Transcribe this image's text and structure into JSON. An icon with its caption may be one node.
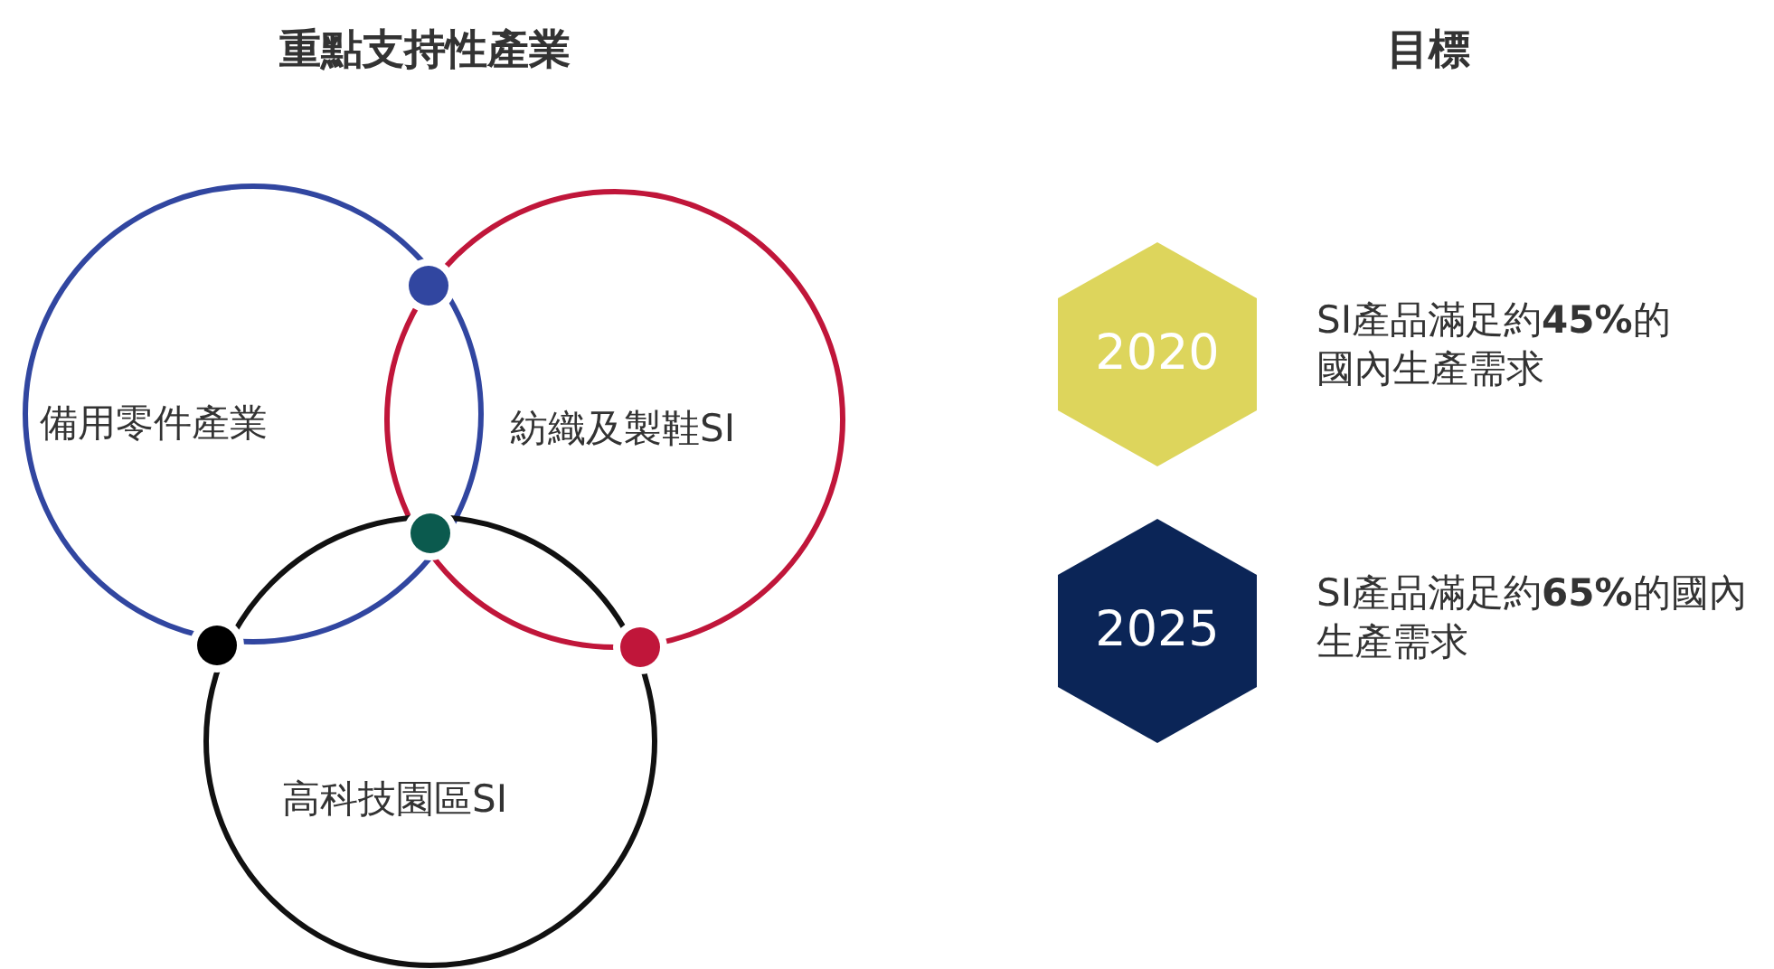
{
  "diagram": {
    "nodes": [
      {
        "text": [
          "備用零件產業"
        ]
      },
      {
        "text": [
          "紡織及製鞋SI"
        ]
      },
      {
        "text": [
          "高科技園區SI"
        ]
      },
      {
        "text": [
          "2020"
        ],
        "beside": [
          "SI產品滿足約**45%**的國內生產需求"
        ]
      },
      {
        "text": [
          "2025"
        ],
        "beside": [
          "SI產品滿足約**65%**的國內生產需求"
        ]
      }
    ],
    "labels": [
      "重點支持性產業",
      "目標"
    ]
  }
}
